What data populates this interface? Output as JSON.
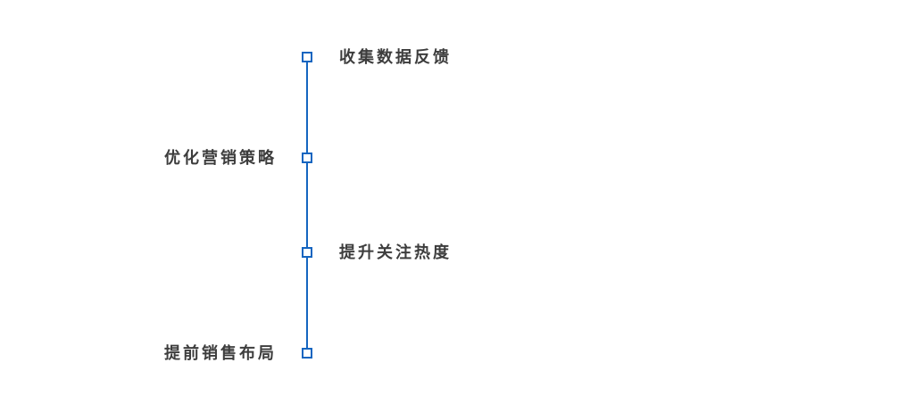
{
  "colors": {
    "accent": "#1565c0",
    "text": "#3d3d3d",
    "background": "#ffffff"
  },
  "timeline": {
    "orientation": "vertical",
    "items": [
      {
        "label": "收集数据反馈",
        "side": "right"
      },
      {
        "label": "优化营销策略",
        "side": "left"
      },
      {
        "label": "提升关注热度",
        "side": "right"
      },
      {
        "label": "提前销售布局",
        "side": "left"
      }
    ]
  }
}
